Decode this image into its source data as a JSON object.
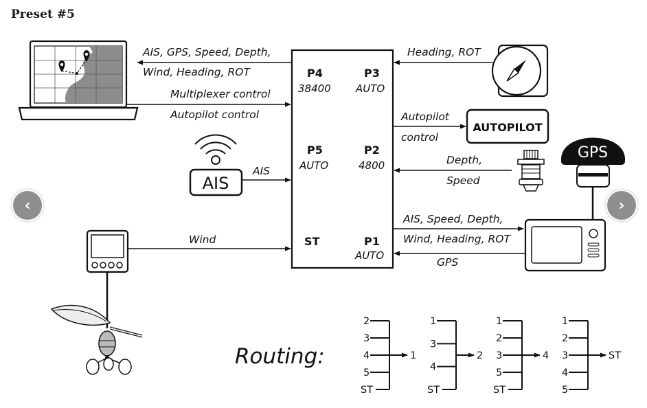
{
  "title": "Preset #5",
  "labels": {
    "laptop_out_1": "AIS, GPS, Speed, Depth,",
    "laptop_out_2": "Wind, Heading, ROT",
    "laptop_in_1": "Multiplexer control",
    "laptop_in_2": "Autopilot control",
    "ais_in": "AIS",
    "wind_in": "Wind",
    "compass_in": "Heading, ROT",
    "autopilot_out_1": "Autopilot",
    "autopilot_out_2": "control",
    "depth_in_1": "Depth,",
    "depth_in_2": "Speed",
    "plotter_out_1": "AIS, Speed, Depth,",
    "plotter_out_2": "Wind, Heading, ROT",
    "plotter_in": "GPS"
  },
  "ports": {
    "p4": {
      "name": "P4",
      "baud": "38400"
    },
    "p3": {
      "name": "P3",
      "baud": "AUTO"
    },
    "p5": {
      "name": "P5",
      "baud": "AUTO"
    },
    "p2": {
      "name": "P2",
      "baud": "4800"
    },
    "st": {
      "name": "ST"
    },
    "p1": {
      "name": "P1",
      "baud": "AUTO"
    }
  },
  "devices": {
    "ais": "AIS",
    "autopilot": "AUTOPILOT",
    "gps": "GPS"
  },
  "routing": {
    "label": "Routing:",
    "groups": [
      {
        "inputs": [
          "2",
          "3",
          "4",
          "5",
          "ST"
        ],
        "output": "1"
      },
      {
        "inputs": [
          "1",
          "3",
          "4",
          "ST"
        ],
        "output": "2"
      },
      {
        "inputs": [
          "1",
          "2",
          "3",
          "5",
          "ST"
        ],
        "output": "4"
      },
      {
        "inputs": [
          "1",
          "2",
          "3",
          "4",
          "5"
        ],
        "output": "ST"
      }
    ]
  },
  "nav": {
    "prev_glyph": "‹",
    "next_glyph": "›"
  }
}
